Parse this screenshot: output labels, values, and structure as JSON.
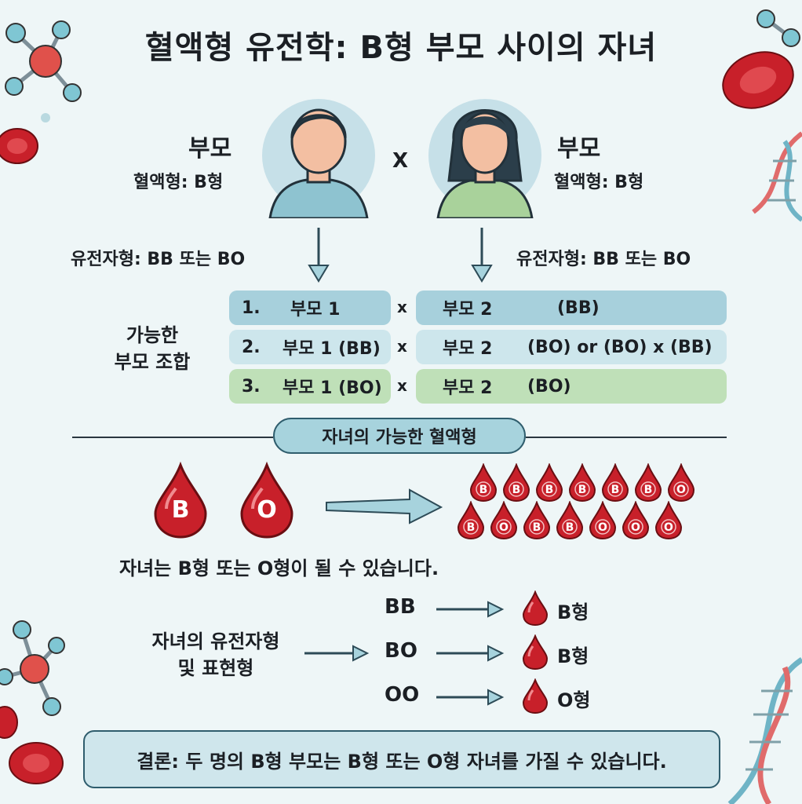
{
  "title": "혈액형 유전학: B형 부모 사이의 자녀",
  "parents": {
    "left": {
      "label": "부모",
      "blood_type": "혈액형: B형",
      "genotype": "유전자형: BB 또는 BO"
    },
    "right": {
      "label": "부모",
      "blood_type": "혈액형: B형",
      "genotype": "유전자형: BB 또는 BO"
    },
    "cross": "X"
  },
  "combinations": {
    "label_line1": "가능한",
    "label_line2": "부모 조합",
    "rows": [
      {
        "num": "1.",
        "left": "부모 1",
        "x": "x",
        "right_name": "부모 2",
        "right_gen": "(BB)"
      },
      {
        "num": "2.",
        "left": "부모 1 (BB)",
        "x": "x",
        "right_name": "부모 2",
        "right_gen": "(BO) or (BO) x (BB)"
      },
      {
        "num": "3.",
        "left": "부모 1 (BO)",
        "x": "x",
        "right_name": "부모 2",
        "right_gen": "(BO)"
      }
    ]
  },
  "children_section": {
    "heading": "자녀의 가능한 혈액형",
    "drop_left": "B",
    "drop_right": "O",
    "drops_row1": [
      "B",
      "B",
      "B",
      "B",
      "B",
      "B",
      "O"
    ],
    "drops_row2": [
      "B",
      "O",
      "B",
      "B",
      "O",
      "O",
      "O"
    ],
    "statement": "자녀는 B형 또는 O형이 될 수 있습니다."
  },
  "genotype_table": {
    "label_line1": "자녀의 유전자형",
    "label_line2": "및 표현형",
    "rows": [
      {
        "genotype": "BB",
        "phenotype": "B형"
      },
      {
        "genotype": "BO",
        "phenotype": "B형"
      },
      {
        "genotype": "OO",
        "phenotype": "O형"
      }
    ]
  },
  "conclusion": "결론: 두 명의 B형 부모는 B형 또는 O형 자녀를 가질 수 있습니다.",
  "colors": {
    "background": "#eef6f7",
    "blood": "#c8202a",
    "row1": "#a7d0dc",
    "row2": "#cde6ec",
    "row3": "#bfe0b8",
    "pill": "#a7d3dd"
  }
}
